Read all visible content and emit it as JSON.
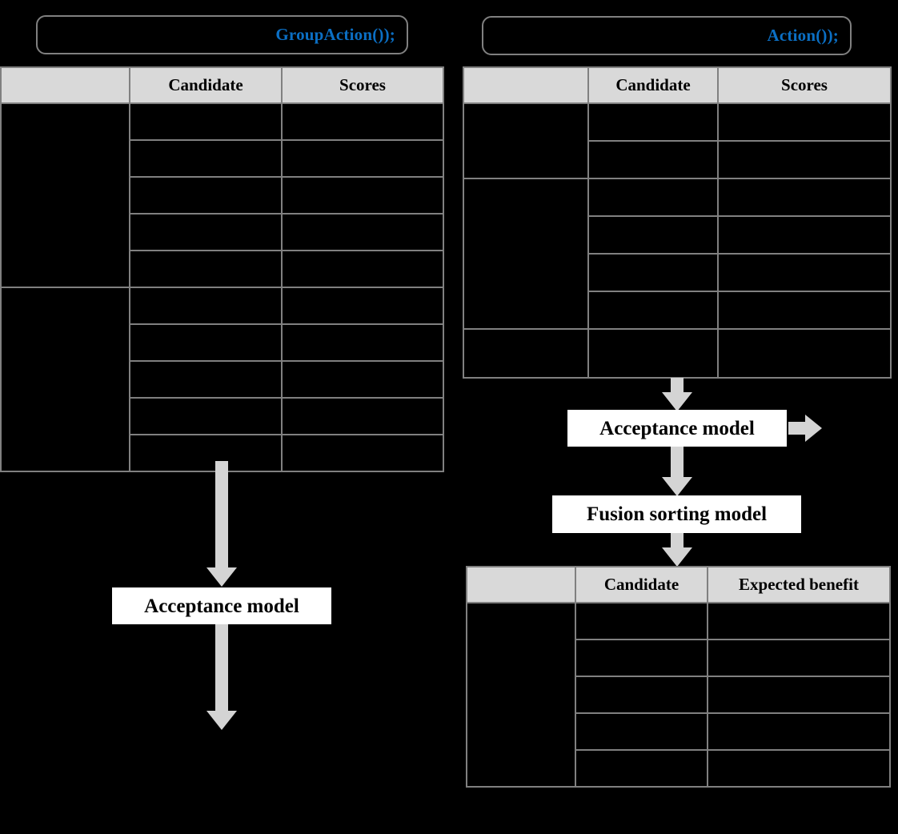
{
  "colors": {
    "background": "#000000",
    "border_gray": "#808080",
    "header_fill": "#d9d9d9",
    "arrow_gray": "#d4d4d4",
    "code_blue": "#0b6fc4",
    "box_fill": "#ffffff"
  },
  "left_column": {
    "banner": {
      "code": "GroupAction());"
    },
    "table": {
      "headers": [
        "",
        "Candidate",
        "Scores"
      ],
      "group_rowspans": [
        5,
        5
      ],
      "rows": [
        {
          "group": "",
          "candidate": "",
          "scores": ""
        },
        {
          "group": "",
          "candidate": "",
          "scores": ""
        },
        {
          "group": "",
          "candidate": "",
          "scores": ""
        },
        {
          "group": "",
          "candidate": "",
          "scores": ""
        },
        {
          "group": "",
          "candidate": "",
          "scores": ""
        },
        {
          "group": "",
          "candidate": "",
          "scores": ""
        },
        {
          "group": "",
          "candidate": "",
          "scores": ""
        },
        {
          "group": "",
          "candidate": "",
          "scores": ""
        },
        {
          "group": "",
          "candidate": "",
          "scores": ""
        },
        {
          "group": "",
          "candidate": "",
          "scores": ""
        }
      ]
    },
    "acceptance_box": {
      "label": "Acceptance model"
    }
  },
  "right_column": {
    "banner": {
      "code": "Action());"
    },
    "table": {
      "headers": [
        "",
        "Candidate",
        "Scores"
      ],
      "group_rowspans": [
        2,
        4,
        1
      ],
      "rows": [
        {
          "group": "",
          "candidate": "",
          "scores": ""
        },
        {
          "group": "",
          "candidate": "",
          "scores": ""
        },
        {
          "group": "",
          "candidate": "",
          "scores": ""
        },
        {
          "group": "",
          "candidate": "",
          "scores": ""
        },
        {
          "group": "",
          "candidate": "",
          "scores": ""
        },
        {
          "group": "",
          "candidate": "",
          "scores": ""
        },
        {
          "group": "",
          "candidate": "",
          "scores": ""
        }
      ]
    },
    "acceptance_box": {
      "label": "Acceptance model"
    },
    "fusion_box": {
      "label": "Fusion sorting model"
    },
    "result_table": {
      "headers": [
        "",
        "Candidate",
        "Expected benefit"
      ],
      "group_rowspans": [
        5
      ],
      "rows": [
        {
          "group": "",
          "candidate": "",
          "benefit": ""
        },
        {
          "group": "",
          "candidate": "",
          "benefit": ""
        },
        {
          "group": "",
          "candidate": "",
          "benefit": ""
        },
        {
          "group": "",
          "candidate": "",
          "benefit": ""
        },
        {
          "group": "",
          "candidate": "",
          "benefit": ""
        }
      ]
    }
  }
}
